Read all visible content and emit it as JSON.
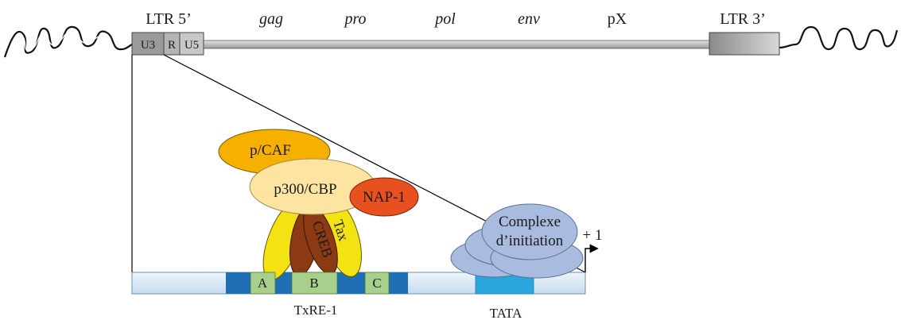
{
  "provirus": {
    "ltr5_label": "LTR 5’",
    "ltr3_label": "LTR 3’",
    "ltr_regions": {
      "u3": "U3",
      "r": "R",
      "u5": "U5"
    },
    "genes": {
      "gag": "gag",
      "pro": "pro",
      "pol": "pol",
      "env": "env",
      "px": "pX"
    }
  },
  "promoter": {
    "txre": {
      "label": "TxRE-1",
      "boxes": {
        "a": "A",
        "b": "B",
        "c": "C"
      }
    },
    "tata_label": "TATA",
    "start_site_label": "+ 1"
  },
  "factors": {
    "pcaf": "p/CAF",
    "p300_cbp": "p300/CBP",
    "nap1": "NAP-1",
    "creb": "CREB",
    "tax": "Tax",
    "initiation_line1": "Complexe",
    "initiation_line2": "d’initiation"
  },
  "colors": {
    "ltr_gray": "#a8a8a8",
    "promoter_light_blue": "#d5e6f5",
    "txre_dark_blue": "#1f6fb5",
    "box_green": "#a8d08d",
    "tata_cyan": "#2aa6dc",
    "pcaf_orange": "#f6b000",
    "p300_beige": "#fde5a1",
    "nap1_orange": "#e8501f",
    "creb_brown": "#8b3a14",
    "tax_yellow": "#f3e313",
    "initiation_lavender": "#a9bcdf"
  }
}
